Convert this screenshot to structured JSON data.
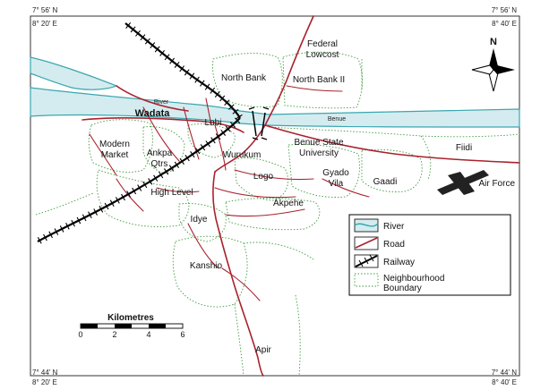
{
  "coords": {
    "top_left_lat": "7° 56' N",
    "top_left_lon": "8° 20' E",
    "top_right_lat": "7° 56' N",
    "top_right_lon": "8° 40' E",
    "bottom_left_lat": "7° 44' N",
    "bottom_left_lon": "8° 20' E",
    "bottom_right_lat": "7° 44' N",
    "bottom_right_lon": "8° 40' E"
  },
  "places": {
    "federal_lowcost_1": "Federal",
    "federal_lowcost_2": "Lowcost",
    "north_bank": "North Bank",
    "north_bank_ii": "North Bank II",
    "river": "River",
    "benue": "Benue",
    "wadata": "Wadata",
    "lobi": "Lobi",
    "modern_market_1": "Modern",
    "modern_market_2": "Market",
    "ankpa_qtrs_1": "Ankpa",
    "ankpa_qtrs_2": "Qtrs",
    "wurukum": "Wurukum",
    "benue_state_univ_1": "Benue State",
    "benue_state_univ_2": "University",
    "fiidi": "Fiidi",
    "logo": "Logo",
    "gyado_vila_1": "Gyado",
    "gyado_vila_2": "Vila",
    "gaadi": "Gaadi",
    "air_force": "Air Force",
    "high_level": "High Level",
    "akpehe": "Akpehe",
    "idye": "Idye",
    "kanshio": "Kanshio",
    "apir": "Apir"
  },
  "north_label": "N",
  "legend": {
    "river": "River",
    "road": "Road",
    "railway": "Railway",
    "boundary_1": "Neighbourhood",
    "boundary_2": "Boundary"
  },
  "scale": {
    "title": "Kilometres",
    "ticks": [
      "0",
      "2",
      "4",
      "6"
    ]
  },
  "colors": {
    "river_fill": "#d4ecef",
    "river_stroke": "#3aa6b0",
    "road": "#a8222e",
    "boundary": "#3e9a3e",
    "railway": "#000000"
  }
}
